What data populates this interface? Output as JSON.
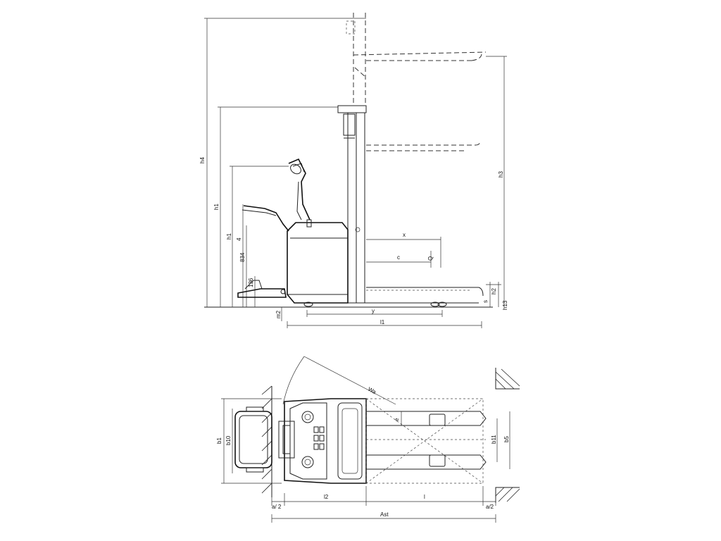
{
  "side_view_labels": {
    "h4": "h4",
    "h1_outer": "h1",
    "h3": "h3",
    "h1_inner": "h1",
    "dim_4": "4",
    "dim_834": "834",
    "dim_136": "136",
    "x": "x",
    "c": "c",
    "Q": "Q",
    "h2": "h2",
    "s": "s",
    "h13": "h13",
    "m2": "m2",
    "y": "y",
    "l1": "l1"
  },
  "top_view_labels": {
    "Wa": "Wa",
    "e": "e",
    "b1": "b1",
    "b10": "b10",
    "b11": "b11",
    "b5": "b5",
    "a2_left": "a/ 2",
    "l2": "l2",
    "l": "l",
    "a2_right": "a/2",
    "Ast": "Ast"
  }
}
